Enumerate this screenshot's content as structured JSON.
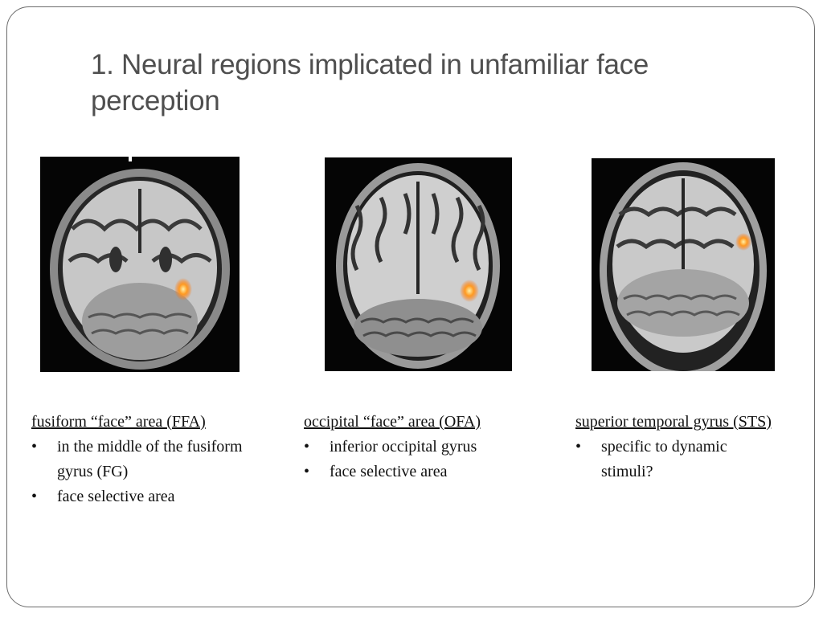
{
  "slide": {
    "title": "1. Neural regions implicated in unfamiliar face perception"
  },
  "columns": [
    {
      "heading": "fusiform “face” area (FFA)",
      "bullets": [
        "in the middle of the fusiform gyrus (FG)",
        "face selective area"
      ]
    },
    {
      "heading": "occipital “face” area (OFA)",
      "bullets": [
        "inferior occipital gyrus",
        "face selective area"
      ]
    },
    {
      "heading": "superior temporal gyrus (STS)",
      "bullets": [
        "specific to dynamic stimuli?"
      ]
    }
  ],
  "bullet_glyph": "•",
  "colors": {
    "title": "#4f4f4f",
    "activation": "#ff8a1c",
    "frame": "#6b6b6b"
  }
}
